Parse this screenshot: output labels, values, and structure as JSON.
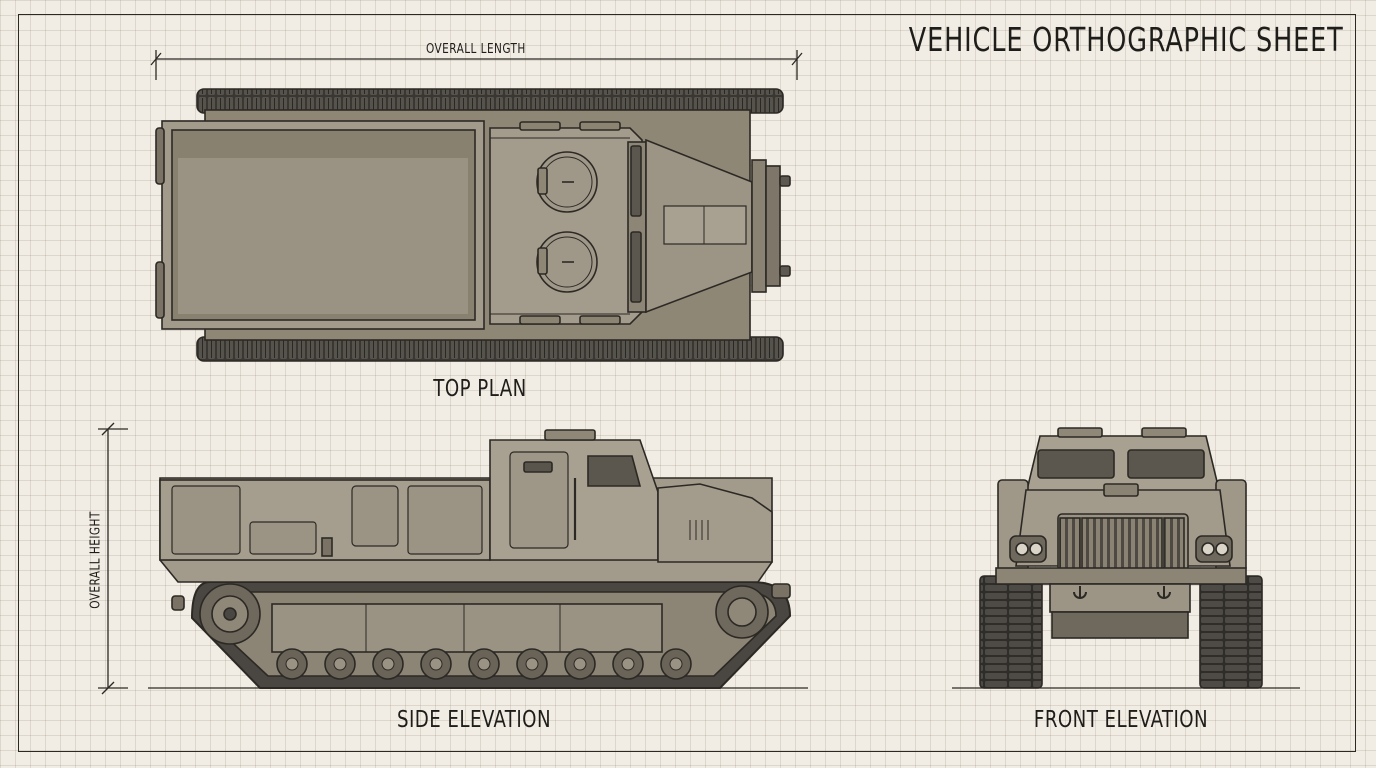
{
  "sheet": {
    "title": "VEHICLE ORTHOGRAPHIC SHEET"
  },
  "views": {
    "top_plan": "TOP PLAN",
    "side_elevation": "SIDE ELEVATION",
    "front_elevation": "FRONT ELEVATION"
  },
  "dimensions": {
    "overall_length": "OVERALL LENGTH",
    "overall_height": "OVERALL HEIGHT"
  },
  "colors": {
    "paper": "#f1ede4",
    "grid": "#cfc8bb",
    "hull": "#9a9282",
    "hull_dark": "#6e675b",
    "track": "#3a3733",
    "ink": "#2c2925"
  }
}
